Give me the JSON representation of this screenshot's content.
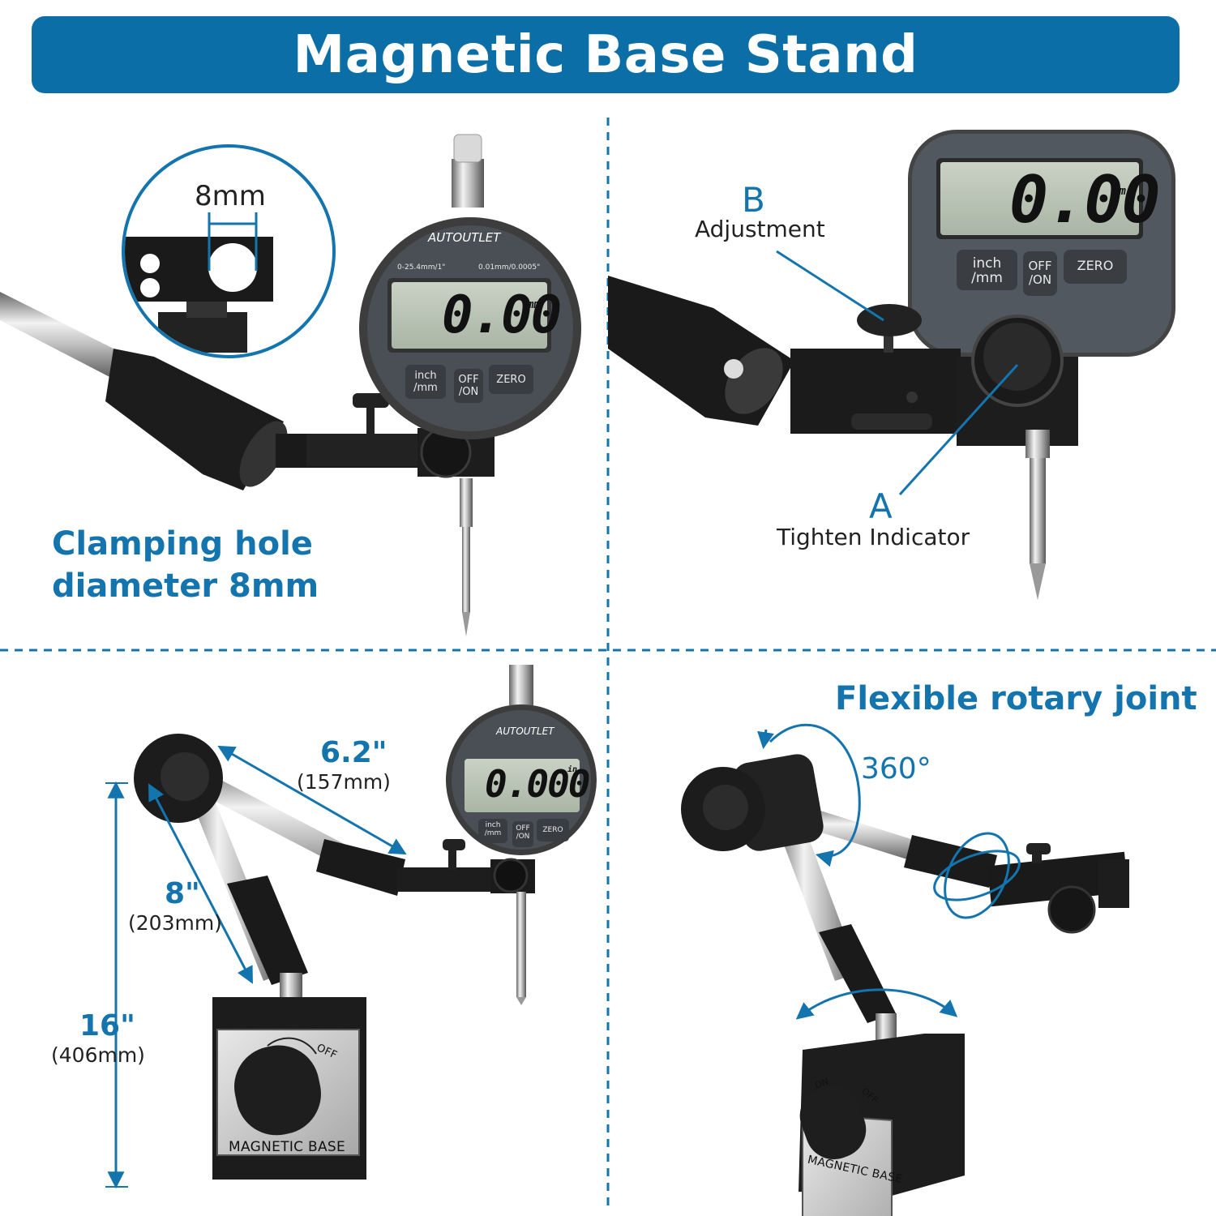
{
  "banner": {
    "title": "Magnetic Base Stand"
  },
  "panel_tl": {
    "inset_dimension": "8mm",
    "caption_line1": "Clamping hole",
    "caption_line2": "diameter 8mm"
  },
  "panel_tr": {
    "label_b": "B",
    "label_b_text": "Adjustment",
    "label_a": "A",
    "label_a_text": "Tighten Indicator"
  },
  "panel_bl": {
    "arm_upper_length": "6.2\"",
    "arm_upper_length_mm": "(157mm)",
    "arm_lower_length": "8\"",
    "arm_lower_length_mm": "(203mm)",
    "total_height": "16\"",
    "total_height_mm": "(406mm)"
  },
  "panel_br": {
    "title": "Flexible rotary joint",
    "rotation": "360°"
  },
  "indicator": {
    "brand": "AUTOUTLET",
    "range": "0-25.4mm/1\"",
    "resolution": "0.01mm/0.0005\"",
    "reading_mm": "0.00",
    "unit_mm": "mm",
    "reading_in": "0.000",
    "unit_in": "in",
    "btn_unit": "inch /mm",
    "btn_power": "OFF /ON",
    "btn_zero": "ZERO"
  },
  "magnetic_base": {
    "label": "MAGNETIC BASE",
    "switch_on": "ON",
    "switch_off": "OFF"
  },
  "colors": {
    "accent": "#0b6ea6",
    "text_blue": "#1374ae"
  }
}
